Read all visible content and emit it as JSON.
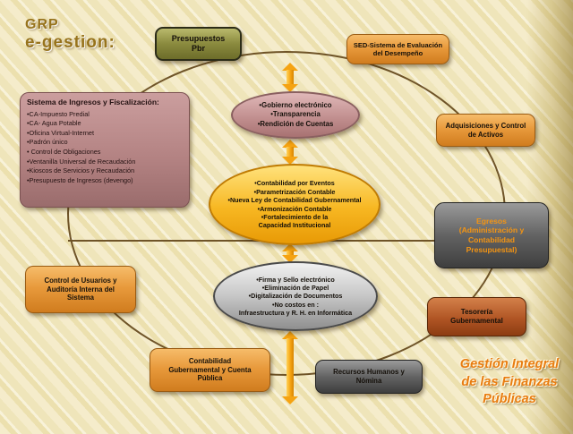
{
  "brand": {
    "line1": "GRP",
    "line2": "e-gestion:"
  },
  "footer": {
    "title": "Gestión Integral\nde las Finanzas\nPúblicas"
  },
  "outer_nodes": {
    "presupuestos": "Presupuestos\nPbr",
    "sed": "SED-Sistema de Evaluación\ndel Desempeño",
    "adquisiciones": "Adquisiciones y Control\nde Activos",
    "egresos": "Egresos\n(Administración y\nContabilidad\nPresupuestal)",
    "control_usuarios": "Control de Usuarios y\nAuditoría Interna del\nSistema",
    "tesoreria": "Tesorería\nGubernamental",
    "contabilidad": "Contabilidad\nGubernamental y Cuenta\nPública",
    "recursos_humanos": "Recursos Humanos y\nNómina"
  },
  "ingresos": {
    "title": "Sistema de Ingresos y Fiscalización:",
    "items": [
      "•CA-Impuesto Predial",
      "•CA- Agua Potable",
      "•Oficina Virtual-Internet",
      "•Padrón único",
      "• Control de Obligaciones",
      "•Ventanilla Universal de Recaudación",
      "•Kioscos de Servicios y Recaudación",
      "•Presupuesto de Ingresos (devengo)"
    ]
  },
  "center_nodes": {
    "gobierno": "•Gobierno electrónico\n•Transparencia\n•Rendición de Cuentas",
    "eventos": "•Contabilidad por Eventos\n•Parametrización Contable\n•Nueva Ley de Contabilidad Gubernamental\n•Armonización Contable\n•Fortalecimiento de la\nCapacidad Institucional",
    "firma": "•Firma y Sello electrónico\n•Eliminación de Papel\n•Digitalización de Documentos\n•No costos en :\nInfraestructura y R. H. en Informática"
  },
  "colors": {
    "background": "#f2e9c2",
    "orange_node": "#e89a3c",
    "olive_node": "#8a8a3e",
    "mauve_node": "#b28181",
    "rust_node": "#b05524",
    "gray_node": "#636363",
    "gold_ellipse": "#f7b722",
    "pink_ellipse": "#c29090",
    "silver_ellipse": "#c6c6c6",
    "arrow": "#f5a312",
    "ring": "#6f5428",
    "brand_text": "#97731c",
    "footer_text": "#e87c10",
    "egresos_text": "#f39413"
  }
}
